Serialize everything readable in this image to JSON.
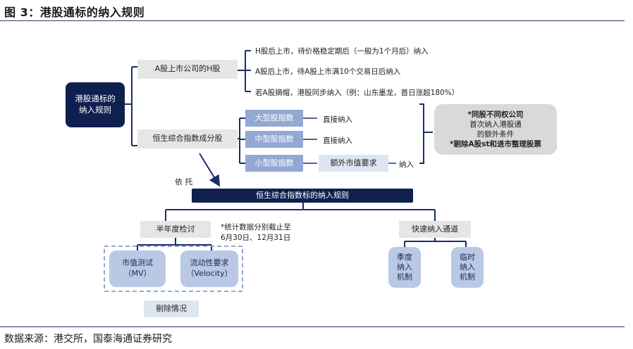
{
  "title": "图 3：港股通标的纳入规则",
  "source": "数据来源：港交所，国泰海通证券研究",
  "nodes": {
    "root": "港股通标的\n纳入规则",
    "a_h": "A股上市公司的H股",
    "hsci": "恒生综合指数成分股",
    "rule1": "H股后上市，待价格稳定期后（一般为1个月后）纳入",
    "rule2": "A股后上市，待A股上市满10个交易日后纳入",
    "rule3": "若A股摘帽，港股同步纳入（例：山东墨龙，首日涨超180%）",
    "large": "大型股指数",
    "mid": "中型股指数",
    "small": "小型股指数",
    "direct1": "直接纳入",
    "direct2": "直接纳入",
    "extra": "额外市值要求",
    "include": "纳入",
    "note_title": "*同股不同权公司",
    "note_line2": "首次纳入港股通",
    "note_line3": "的额外条件",
    "note_line4": "*剔除A股st和退市整理股票",
    "depend": "依 托",
    "hsci_rule": "恒生综合指数标的纳入规则",
    "semiannual": "半年度检讨",
    "stat_note": "*统计数据分别截止至\n6月30日、12月31日",
    "mv_test": "市值测试\n（MV）",
    "liquidity": "流动性要求\n（Velocity）",
    "exclude": "剔除情况",
    "fast": "快速纳入通道",
    "quarterly": "季度\n纳入\n机制",
    "adhoc": "临时\n纳入\n机制"
  }
}
